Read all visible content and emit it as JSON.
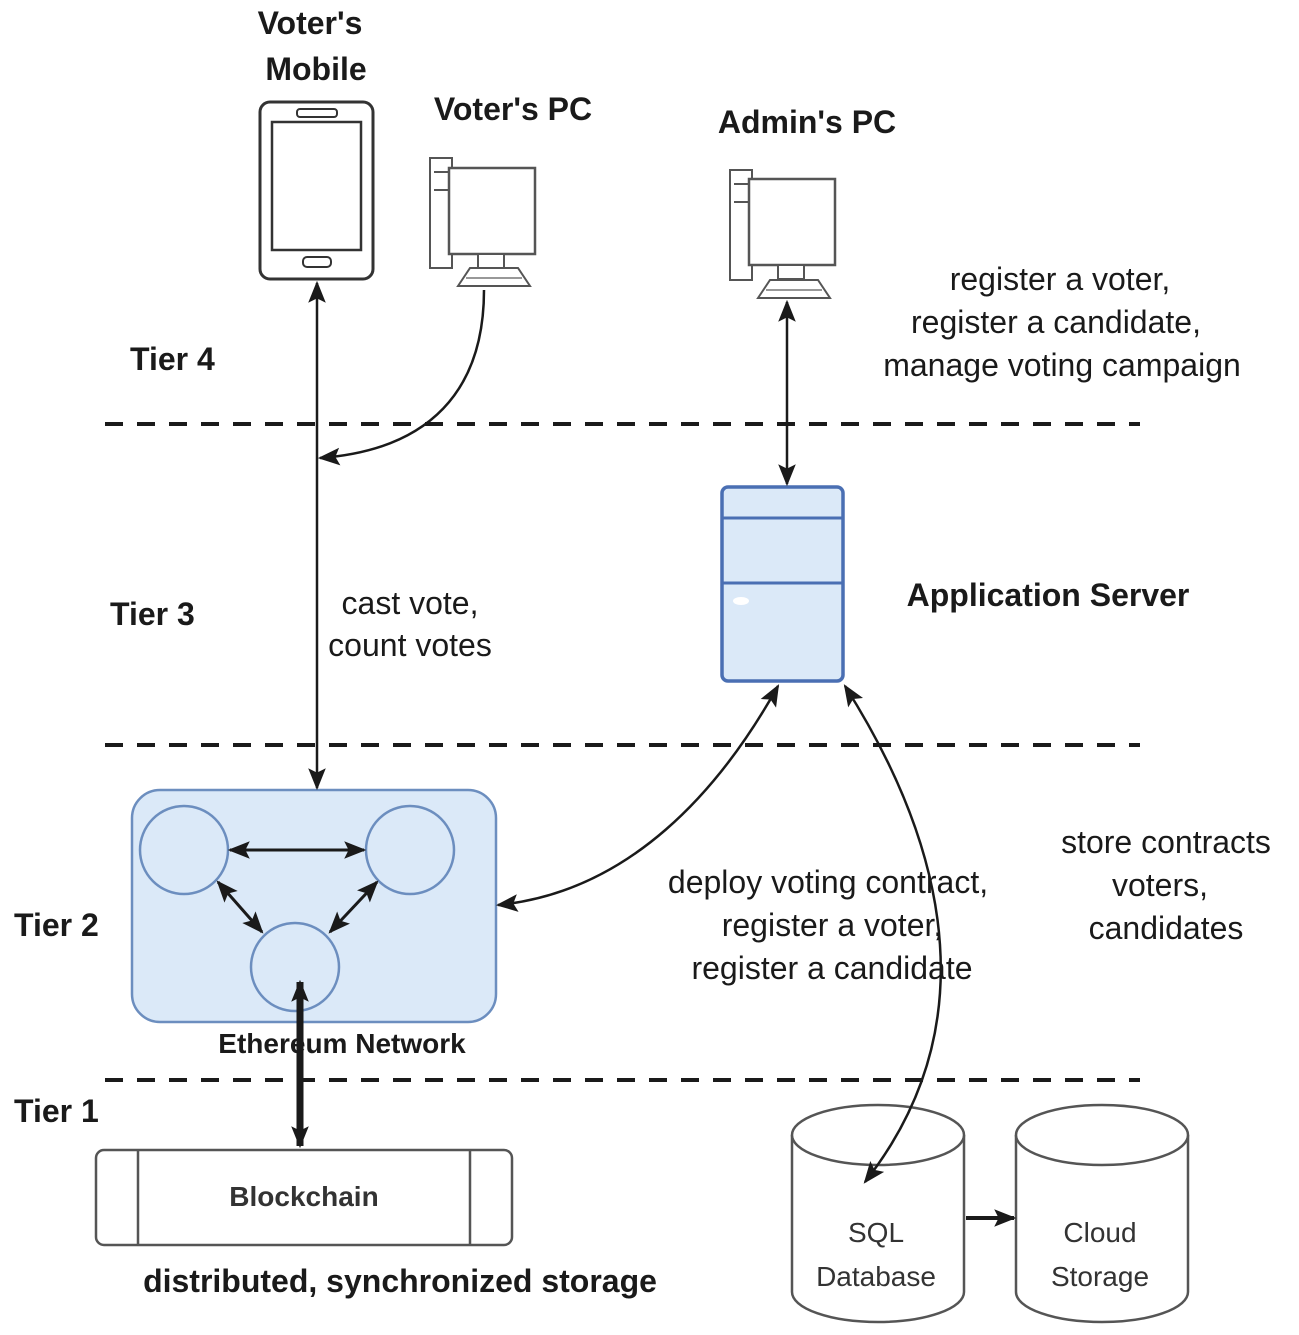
{
  "devices": {
    "voter_mobile": [
      "Voter's",
      "Mobile"
    ],
    "voter_pc": "Voter's PC",
    "admin_pc": "Admin's PC"
  },
  "tiers": {
    "tier4": "Tier 4",
    "tier3": "Tier 3",
    "tier2": "Tier 2",
    "tier1": "Tier 1"
  },
  "admin_actions": [
    "register a voter,",
    "register a candidate,",
    "manage voting campaign"
  ],
  "vote_actions": [
    "cast vote,",
    "count votes"
  ],
  "app_server": "Application Server",
  "ethereum_network": "Ethereum Network",
  "contract_actions": [
    "deploy voting contract,",
    "register a voter,",
    "register a candidate"
  ],
  "store_actions": [
    "store contracts",
    "voters,",
    "candidates"
  ],
  "blockchain": "Blockchain",
  "blockchain_caption": "distributed, synchronized storage",
  "sql_db": [
    "SQL",
    "Database"
  ],
  "cloud_storage": [
    "Cloud",
    "Storage"
  ],
  "colors": {
    "node_fill": "#dbe9f8",
    "node_stroke": "#6c8ebf",
    "server_stroke": "#4a6fb3",
    "line": "#1a1a1a"
  }
}
